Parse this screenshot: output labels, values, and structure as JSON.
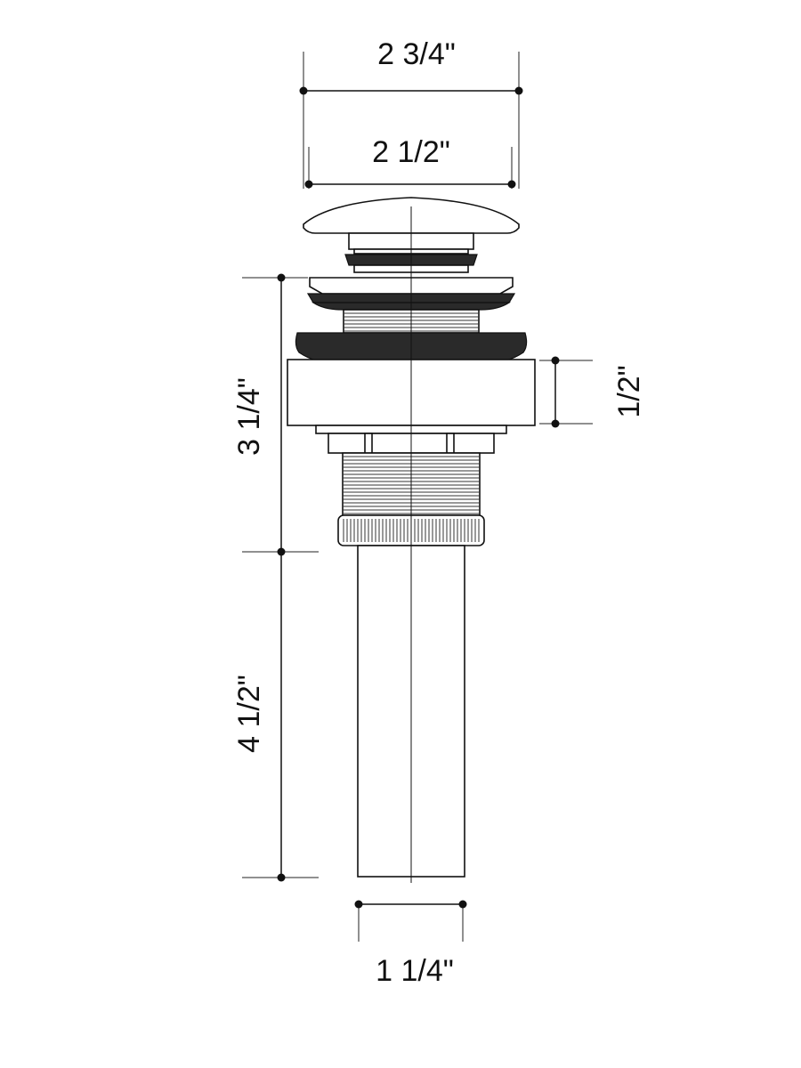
{
  "dimensions": {
    "top_width": "2 3/4\"",
    "cap_width": "2 1/2\"",
    "flange_height": "1/2\"",
    "body_height": "3 1/4\"",
    "tail_height": "4 1/2\"",
    "tail_width": "1 1/4\""
  }
}
